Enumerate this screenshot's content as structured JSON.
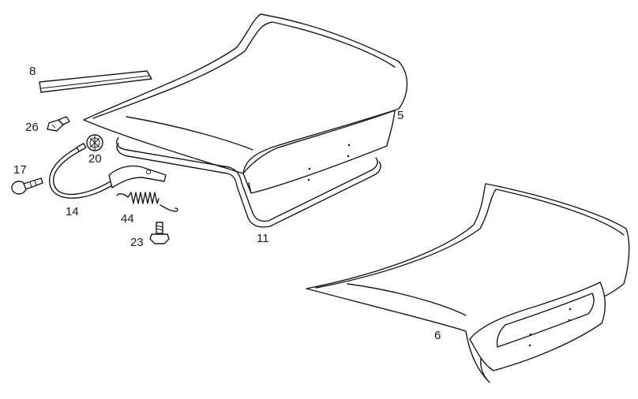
{
  "diagram": {
    "callouts": [
      {
        "id": "trunk-lid-upper",
        "label": "5"
      },
      {
        "id": "trunk-lid-lower",
        "label": "6"
      },
      {
        "id": "trim-strip",
        "label": "8"
      },
      {
        "id": "seal",
        "label": "11"
      },
      {
        "id": "cable",
        "label": "14"
      },
      {
        "id": "bolt",
        "label": "17"
      },
      {
        "id": "nut",
        "label": "20"
      },
      {
        "id": "screw",
        "label": "23"
      },
      {
        "id": "clip",
        "label": "26"
      },
      {
        "id": "spring",
        "label": "44"
      }
    ],
    "colors": {
      "line": "#1a1a1a",
      "background": "#ffffff"
    }
  }
}
